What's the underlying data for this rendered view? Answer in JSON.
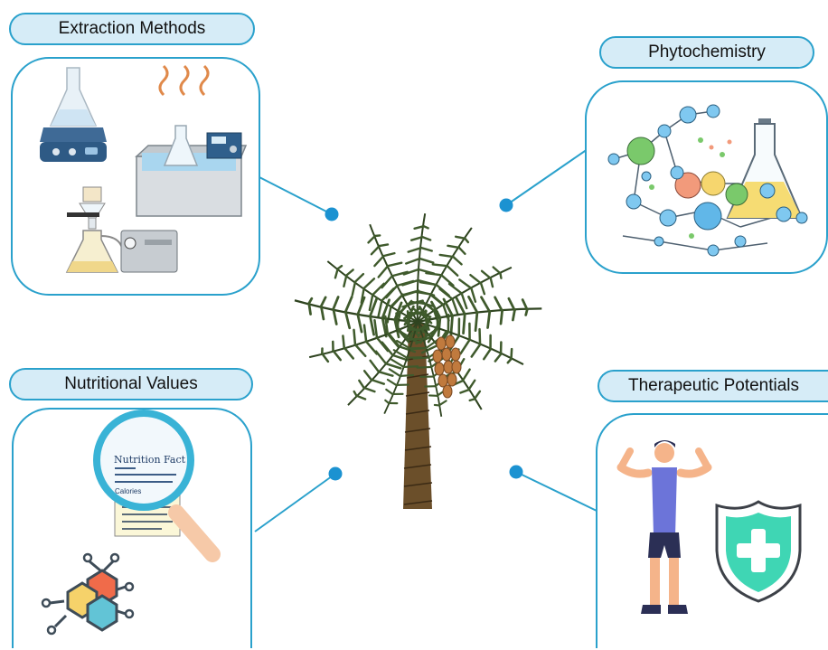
{
  "diagram": {
    "nodes": [
      {
        "id": "extraction",
        "label": "Extraction Methods",
        "icon": "lab-equipment-icon"
      },
      {
        "id": "phytochemistry",
        "label": "Phytochemistry",
        "icon": "molecules-flask-icon"
      },
      {
        "id": "nutritional",
        "label": "Nutritional Values",
        "icon": "nutrition-magnifier-icon"
      },
      {
        "id": "therapeutic",
        "label": "Therapeutic Potentials",
        "icon": "athlete-shield-icon"
      }
    ],
    "center": {
      "icon": "date-palm-tree-icon"
    },
    "nutrition_label": {
      "title": "Nutrition Fact",
      "calories": "Calories"
    }
  },
  "colors": {
    "border": "#2aa1cc",
    "pill_fill": "#d6ecf7",
    "connector": "#2aa1cc",
    "dot": "#1b92d1",
    "palm_leaf": "#3f5a2c",
    "palm_trunk": "#6b4f2a",
    "dates": "#c07a3e",
    "shield": "#3fd6b4"
  }
}
